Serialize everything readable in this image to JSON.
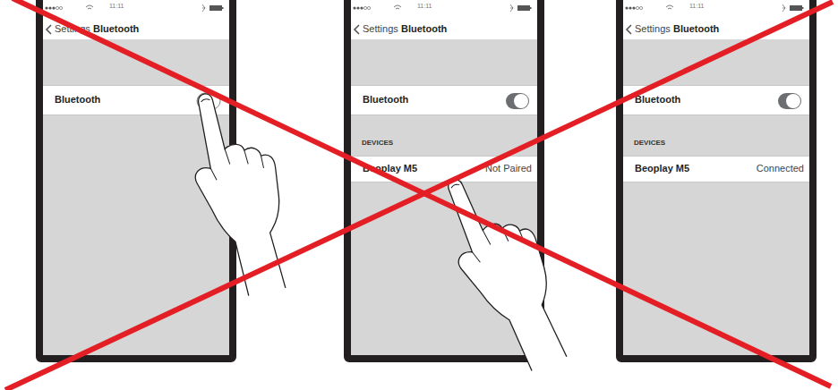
{
  "diagram": {
    "nodes": [
      {
        "text": [
          "11:11",
          "Settings",
          "Bluetooth"
        ]
      },
      {
        "text": [
          "Bluetooth"
        ],
        "in": 0
      },
      {
        "text": [
          "11:11",
          "Settings",
          "Bluetooth",
          "DEVICES"
        ]
      },
      {
        "text": [
          "Bluetooth"
        ],
        "in": 2
      },
      {
        "text": [
          "Beoplay M5",
          "Not Paired"
        ],
        "in": 2
      },
      {
        "text": [
          "11:11",
          "Settings",
          "Bluetooth",
          "DEVICES"
        ]
      },
      {
        "text": [
          "Bluetooth"
        ],
        "in": 5
      },
      {
        "text": [
          "Beoplay M5",
          "Connected"
        ],
        "in": 5
      }
    ]
  }
}
